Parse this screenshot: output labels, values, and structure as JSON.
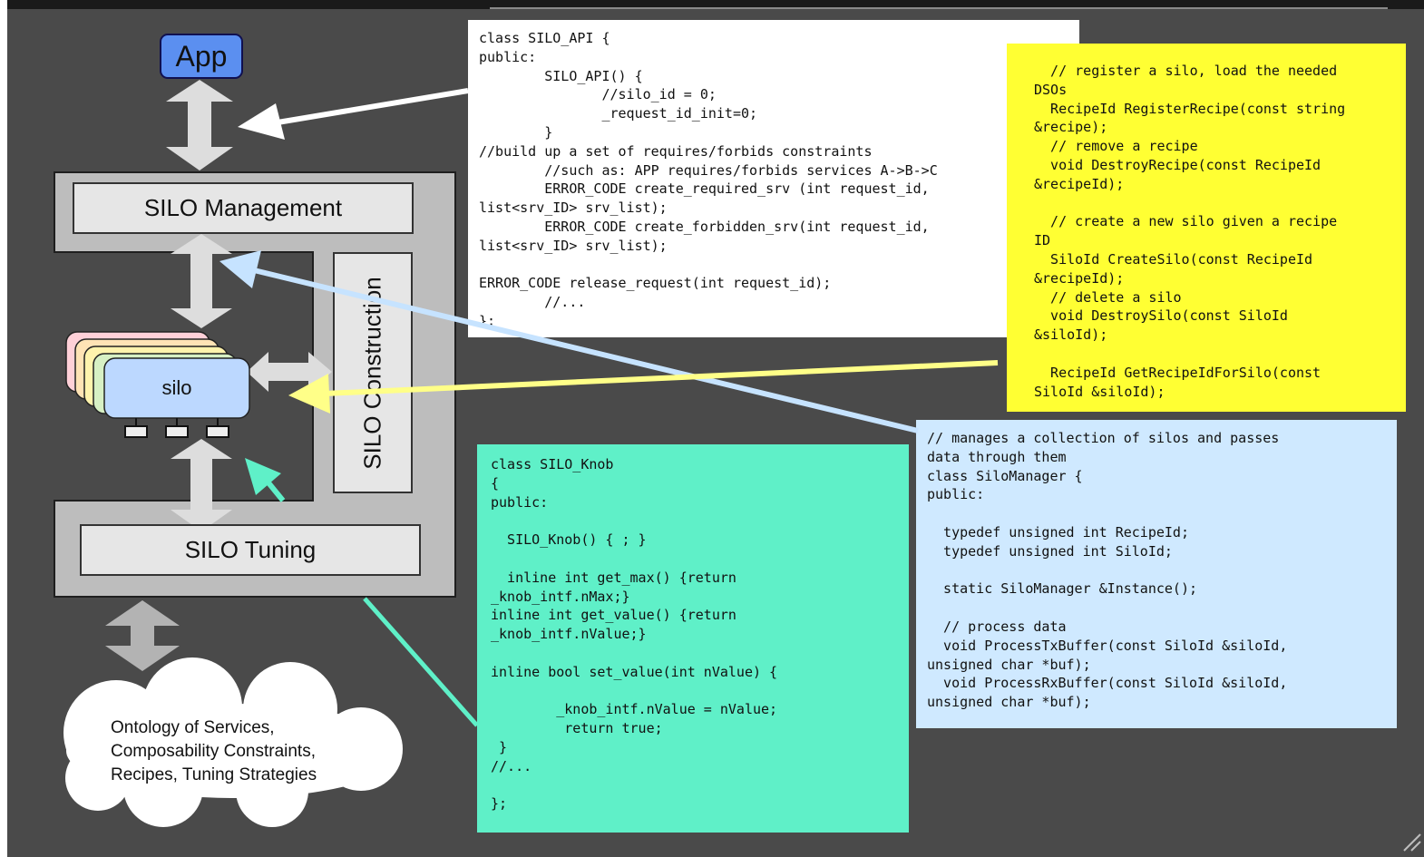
{
  "diagram": {
    "app_label": "App",
    "silo_management_label": "SILO Management",
    "silo_construction_label": "SILO Construction",
    "silo_label": "silo",
    "silo_tuning_label": "SILO Tuning",
    "ontology_lines": [
      "Ontology of Services,",
      "Composability Constraints,",
      "Recipes, Tuning Strategies"
    ]
  },
  "code_boxes": {
    "silo_api": {
      "text": "class SILO_API {\npublic:\n        SILO_API() {\n               //silo_id = 0;\n               _request_id_init=0;\n        }\n//build up a set of requires/forbids constraints\n        //such as: APP requires/forbids services A->B->C\n        ERROR_CODE create_required_srv (int request_id,\nlist<srv_ID> srv_list);\n        ERROR_CODE create_forbidden_srv(int request_id,\nlist<srv_ID> srv_list);\n\nERROR_CODE release_request(int request_id);\n        //...\n};"
    },
    "recipe_api": {
      "text": "  // register a silo, load the needed\nDSOs\n  RecipeId RegisterRecipe(const string\n&recipe);\n  // remove a recipe\n  void DestroyRecipe(const RecipeId\n&recipeId);\n\n  // create a new silo given a recipe\nID\n  SiloId CreateSilo(const RecipeId\n&recipeId);\n  // delete a silo\n  void DestroySilo(const SiloId\n&siloId);\n\n  RecipeId GetRecipeIdForSilo(const\nSiloId &siloId);"
    },
    "silo_manager": {
      "text": "// manages a collection of silos and passes\ndata through them\nclass SiloManager {\npublic:\n\n  typedef unsigned int RecipeId;\n  typedef unsigned int SiloId;\n\n  static SiloManager &Instance();\n\n  // process data\n  void ProcessTxBuffer(const SiloId &siloId,\nunsigned char *buf);\n  void ProcessRxBuffer(const SiloId &siloId,\nunsigned char *buf);"
    },
    "silo_knob": {
      "text": "class SILO_Knob\n{\npublic:\n\n  SILO_Knob() { ; }\n\n  inline int get_max() {return\n_knob_intf.nMax;}\ninline int get_value() {return\n_knob_intf.nValue;}\n\ninline bool set_value(int nValue) {\n\n        _knob_intf.nValue = nValue;\n         return true;\n }\n//...\n\n};"
    }
  },
  "colors": {
    "background": "#4a4a4a",
    "frame": "#bdbdbd",
    "label_box": "#e6e6e6",
    "app": "#5b8ff0",
    "silo": "#bcd8ff",
    "code_white": "#ffffff",
    "code_yellow": "#ffff33",
    "code_blue": "#cfe9ff",
    "code_green": "#5ff0c8",
    "arrow_white": "#ffffff",
    "arrow_lightblue": "#c6e3ff",
    "arrow_yellow": "#ffff88",
    "arrow_green": "#5ff0c8"
  }
}
